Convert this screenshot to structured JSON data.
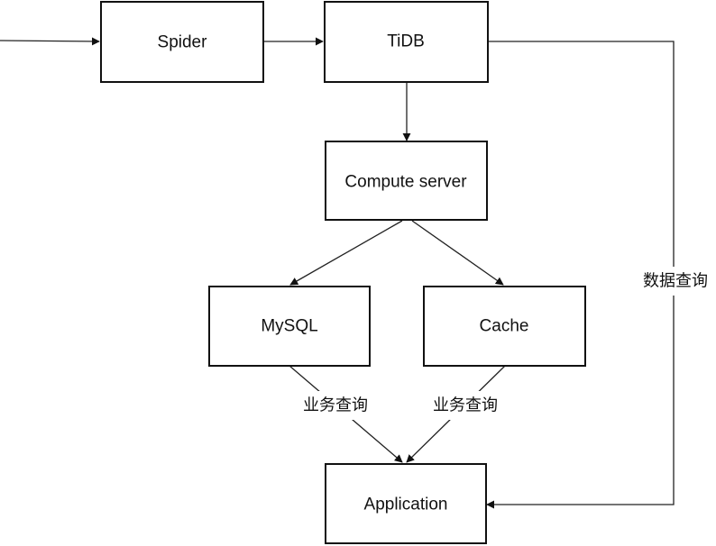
{
  "nodes": {
    "spider": "Spider",
    "tidb": "TiDB",
    "compute_server": "Compute server",
    "mysql": "MySQL",
    "cache": "Cache",
    "application": "Application"
  },
  "edge_labels": {
    "mysql_to_app": "业务查询",
    "cache_to_app": "业务查询",
    "tidb_to_app": "数据查询"
  },
  "colors": {
    "stroke": "#111111",
    "background": "#ffffff"
  }
}
